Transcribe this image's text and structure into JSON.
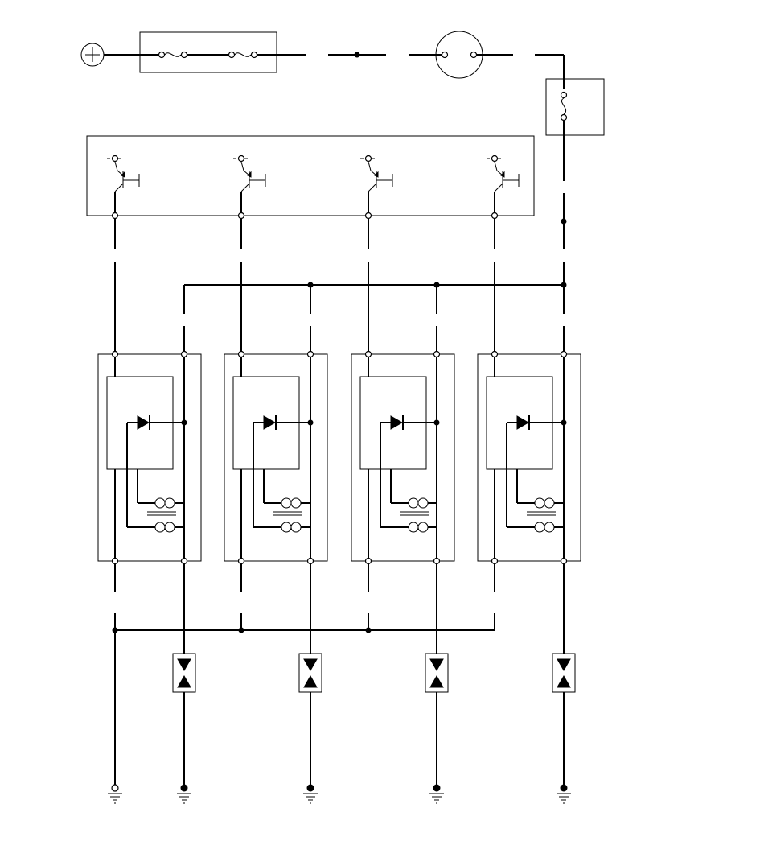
{
  "colors": {
    "line": "#000000",
    "background": "#ffffff"
  },
  "icons": {
    "battery": "battery-positive-icon",
    "fuse": "fuse-icon",
    "lamp": "lamp-connector-icon",
    "transistor": "transistor-icon",
    "diode": "diode-icon",
    "coil": "relay-coil-icon",
    "connector": "connector-arrow-icon",
    "ground": "ground-icon"
  },
  "module_count": 4,
  "relay_count": 4,
  "connector_count": 4,
  "ground_count": 5
}
